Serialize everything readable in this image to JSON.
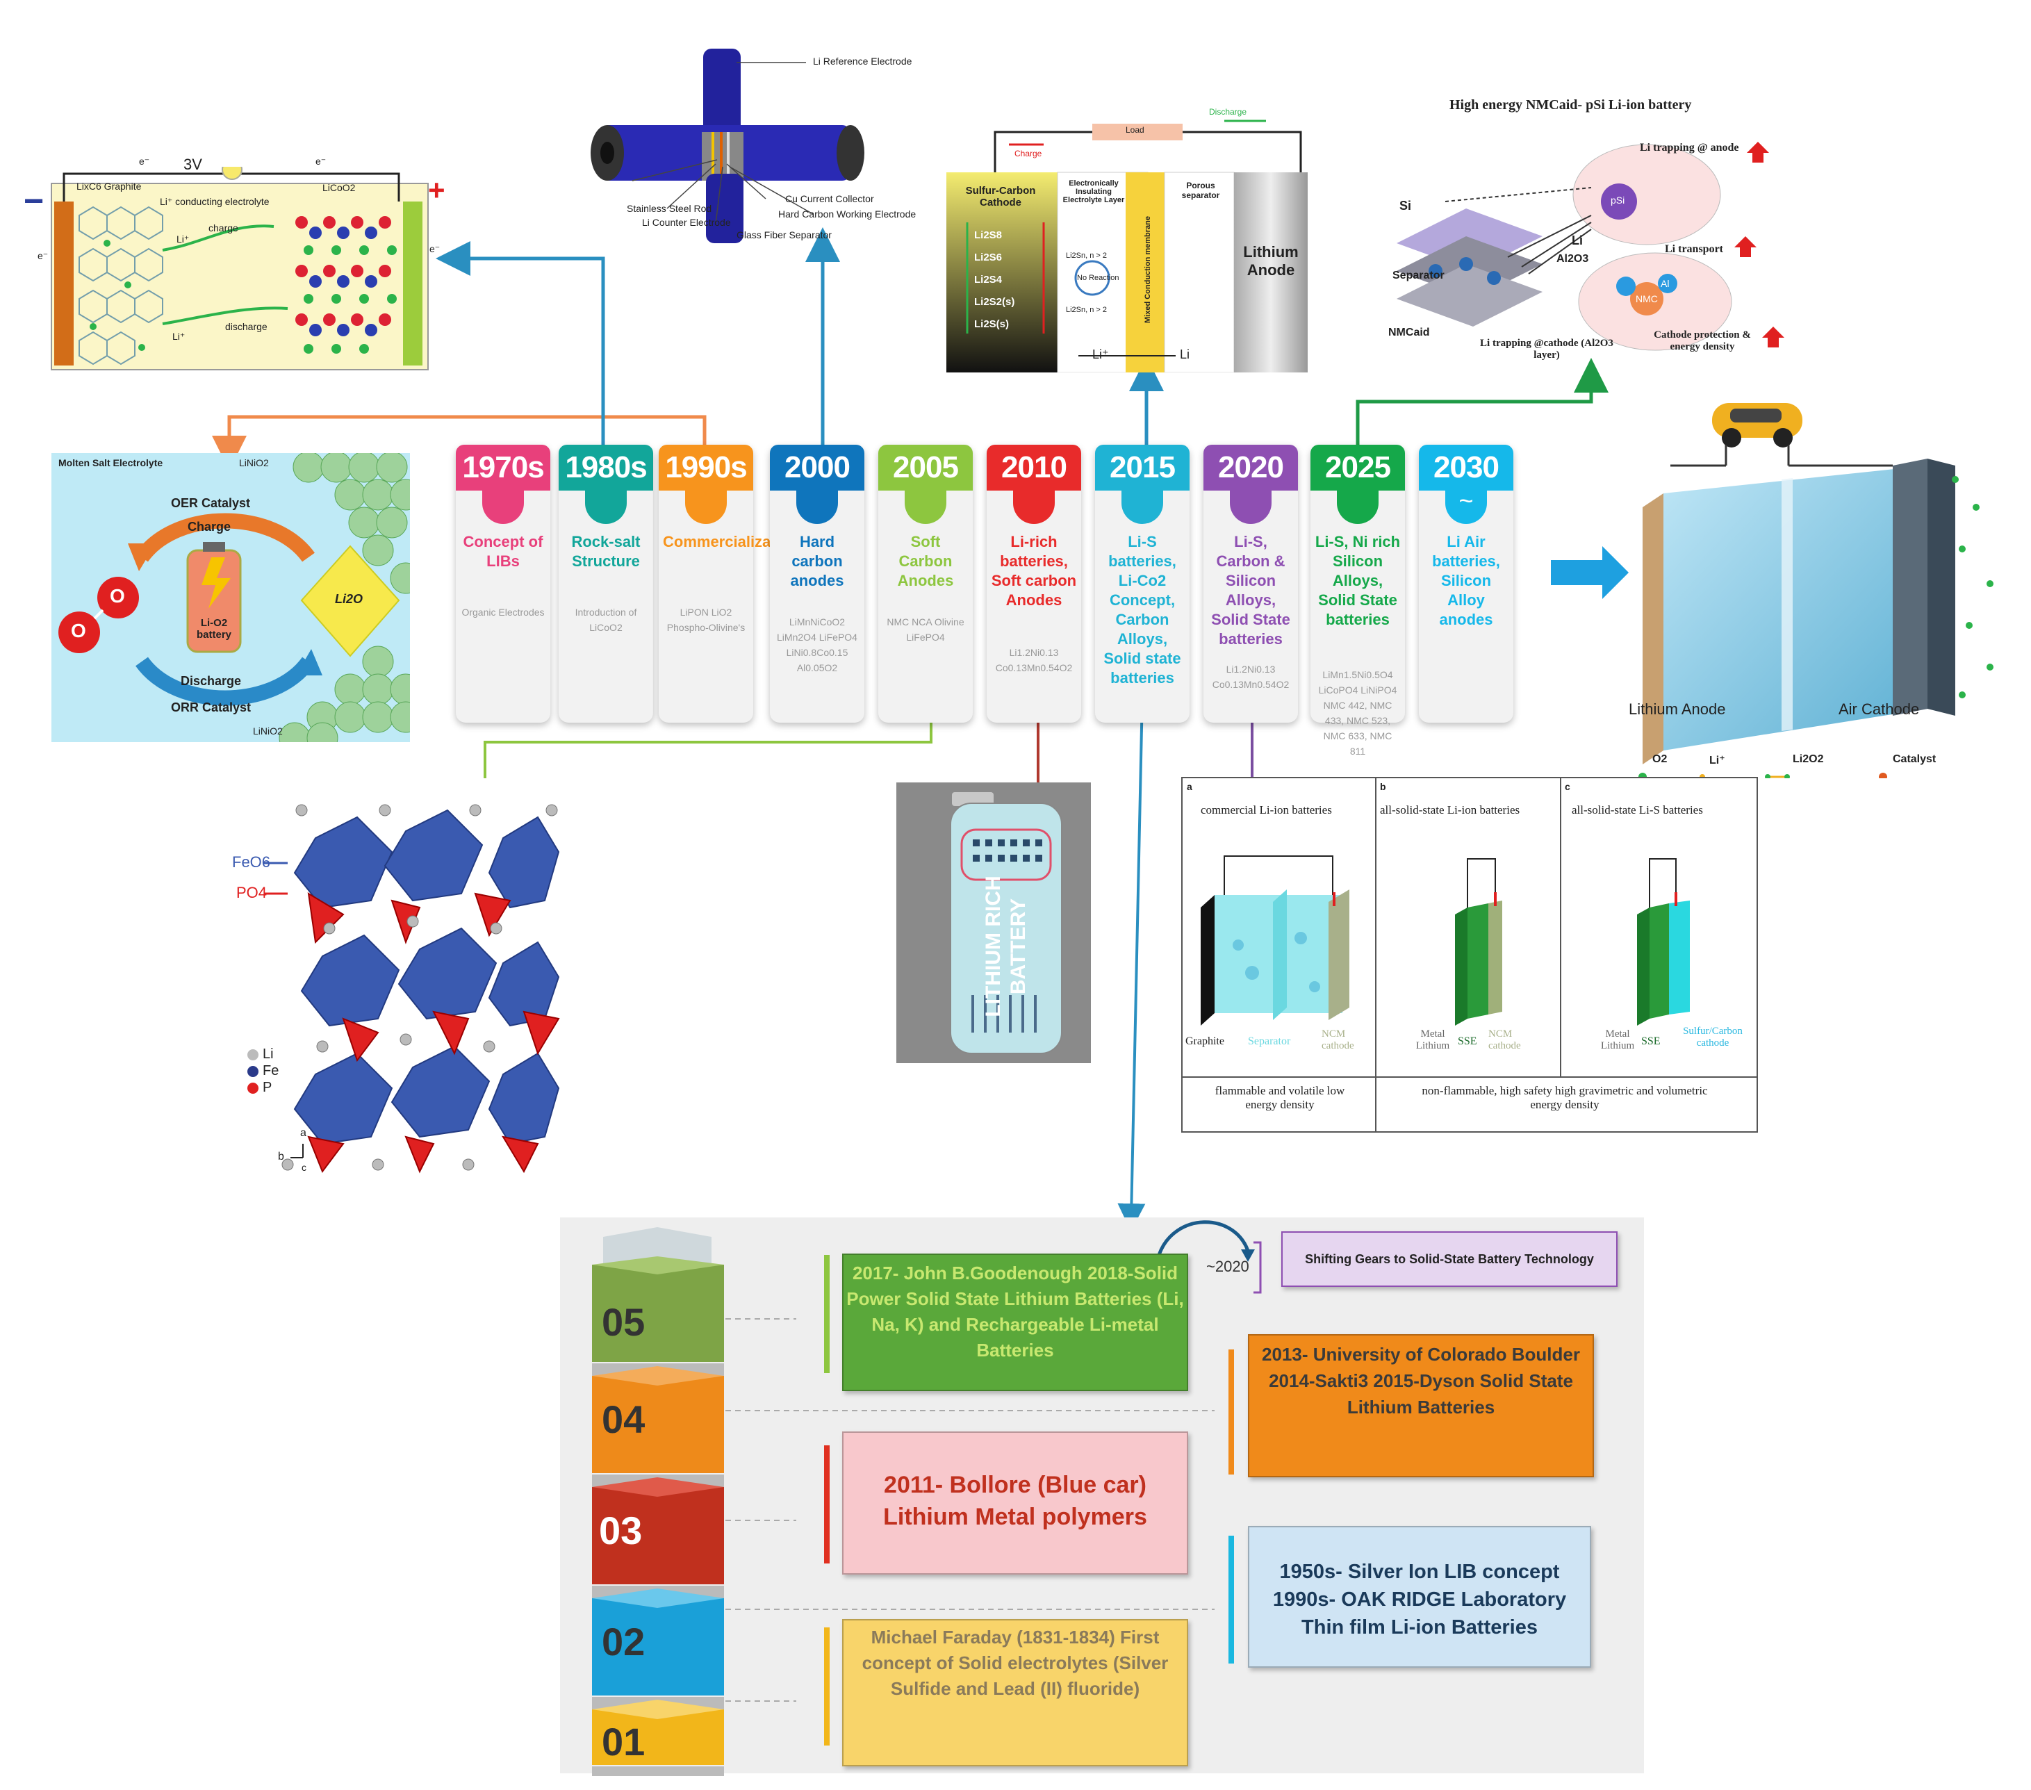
{
  "timeline": [
    {
      "year": "1970s",
      "color": "#e8407b",
      "title": "Concept of LIBs",
      "sub": "Organic Electrodes"
    },
    {
      "year": "1980s",
      "color": "#12a69a",
      "title": "Rock-salt Structure",
      "sub": "Introduction of LiCoO2"
    },
    {
      "year": "1990s",
      "color": "#f7941d",
      "title": "Commercialization",
      "sub": "LiPON LiO2 Phospho-Olivine's"
    },
    {
      "year": "2000",
      "color": "#0f75bc",
      "title": "Hard carbon anodes",
      "sub": "LiMnNiCoO2 LiMn2O4 LiFePO4 LiNi0.8Co0.15 Al0.05O2"
    },
    {
      "year": "2005",
      "color": "#8dc63f",
      "title": "Soft Carbon Anodes",
      "sub": "NMC NCA Olivine LiFePO4"
    },
    {
      "year": "2010",
      "color": "#e82b2b",
      "title": "Li-rich batteries, Soft carbon Anodes",
      "sub": "Li1.2Ni0.13 Co0.13Mn0.54O2"
    },
    {
      "year": "2015",
      "color": "#1fb3d4",
      "title": "Li-S batteries, Li-Co2 Concept, Carbon Alloys, Solid state batteries",
      "sub": ""
    },
    {
      "year": "2020",
      "color": "#8e4fb2",
      "title": "Li-S, Carbon & Silicon Alloys, Solid State batteries",
      "sub": "Li1.2Ni0.13 Co0.13Mn0.54O2"
    },
    {
      "year": "2025",
      "color": "#15a84a",
      "title": "Li-S, Ni rich Silicon Alloys, Solid State batteries",
      "sub": "LiMn1.5Ni0.5O4 LiCoPO4 LiNiPO4 NMC 442, NMC 433, NMC 523, NMC 633, NMC 811"
    },
    {
      "year": "2030",
      "color": "#15b8ea",
      "title": "Li Air batteries, Silicon Alloy anodes",
      "sub": ""
    }
  ],
  "tilde": "~",
  "liion": {
    "minus": "−",
    "plus": "+",
    "volt": "3V",
    "e1": "e⁻",
    "e2": "e⁻",
    "e3": "e⁻",
    "e4": "e⁻",
    "graphite": "LixC6 Graphite",
    "licoo2": "LiCoO2",
    "electrolyte": "Li⁺ conducting electrolyte",
    "charge": "charge",
    "discharge": "discharge",
    "li1": "Li⁺",
    "li2": "Li⁺"
  },
  "cell": {
    "ref": "Li Reference Electrode",
    "rod": "Stainless Steel Rod",
    "counter": "Li Counter Electrode",
    "glass": "Glass Fiber Separator",
    "cu": "Cu Current Collector",
    "hard": "Hard Carbon Working Electrode"
  },
  "lis": {
    "load": "Load",
    "discharge": "Discharge",
    "charge": "Charge",
    "cathode": "Sulfur-Carbon Cathode",
    "insulating": "Electronically Insulating Electrolyte Layer",
    "porous": "Porous separator",
    "anode": "Lithium Anode",
    "membrane": "Mixed Conduction membrane",
    "s8": "Li2S8",
    "s6": "Li2S6",
    "s4": "Li2S4",
    "s2": "Li2S2(s)",
    "ss": "Li2S(s)",
    "n1": "Li2Sn, n > 2",
    "noreac": "No Reaction",
    "n2": "Li2Sn, n > 2",
    "liplus": "Li⁺",
    "li": "Li"
  },
  "nmc": {
    "title": "High energy NMCaid- pSi Li-ion battery",
    "si": "Si",
    "separator": "Separator",
    "nmcaid": "NMCaid",
    "al2o3": "Al2O3",
    "li": "Li",
    "psi": "pSi",
    "nmc": "NMC",
    "al": "Al",
    "trap_anode": "Li trapping @ anode",
    "transport": "Li transport",
    "protection": "Cathode protection & energy density",
    "trap_cathode": "Li trapping @cathode (Al2O3 layer)"
  },
  "lio2": {
    "title": "Molten Salt Electrolyte",
    "linio2a": "LiNiO2",
    "oer": "OER Catalyst",
    "charge": "Charge",
    "cell": "Li-O2 battery",
    "discharge": "Discharge",
    "orr": "ORR Catalyst",
    "linio2b": "LiNiO2",
    "o1": "O",
    "o2": "O",
    "li2o": "Li2O"
  },
  "air": {
    "anode": "Lithium Anode",
    "cathode": "Air Cathode",
    "o2": "O2",
    "li": "Li⁺",
    "li2o2": "Li2O2",
    "cat": "Catalyst"
  },
  "lfp": {
    "feo6": "FeO6",
    "po4": "PO4",
    "li": "Li",
    "fe": "Fe",
    "p": "P",
    "a": "a",
    "b": "b",
    "c": "c"
  },
  "lrb": {
    "text": "LITHIUM RICH BATTERY"
  },
  "ss": {
    "a": "a",
    "b": "b",
    "c": "c",
    "ta": "commercial Li-ion batteries",
    "tb": "all-solid-state Li-ion batteries",
    "tc": "all-solid-state Li-S batteries",
    "graphite": "Graphite",
    "separator": "Separator",
    "ncm1": "NCM cathode",
    "metal1": "Metal Lithium",
    "sse1": "SSE",
    "ncm2": "NCM cathode",
    "metal2": "Metal Lithium",
    "sse2": "SSE",
    "sulfur": "Sulfur/Carbon cathode",
    "foot1": "flammable and volatile low energy density",
    "foot2": "non-flammable, high safety high gravimetric and volumetric energy density"
  },
  "bottom": {
    "stack": [
      "05",
      "04",
      "03",
      "02",
      "01"
    ],
    "box05": "2017- John B.Goodenough 2018-Solid Power Solid State Lithium Batteries (Li, Na, K) and Rechargeable Li-metal Batteries",
    "box04": "2013- University of Colorado Boulder 2014-Sakti3 2015-Dyson Solid State Lithium Batteries",
    "box03": "2011- Bollore (Blue car) Lithium Metal polymers",
    "box02": "1950s- Silver Ion LIB concept 1990s- OAK RIDGE Laboratory Thin film Li-ion Batteries",
    "box01": "Michael Faraday (1831-1834) First concept of Solid electrolytes (Silver Sulfide and Lead (II) fluoride)",
    "year": "~2020",
    "shift": "Shifting Gears to Solid-State Battery Technology"
  }
}
